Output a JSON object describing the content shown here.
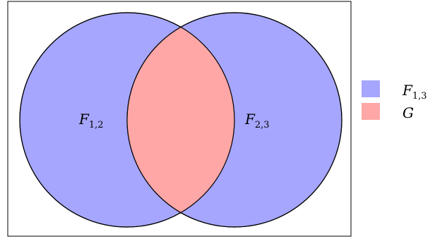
{
  "diagram": {
    "type": "venn",
    "colors": {
      "circle_fill": "#a6a6ff",
      "intersection_fill": "#ffa6a6",
      "stroke": "#000000",
      "frame": "#000000"
    },
    "sets": [
      {
        "id": "left",
        "label_main": "F",
        "label_sub": "1,2"
      },
      {
        "id": "right",
        "label_main": "F",
        "label_sub": "2,3"
      }
    ],
    "legend": [
      {
        "label_main": "F",
        "label_sub": "1,3",
        "color": "#a6a6ff"
      },
      {
        "label_main": "G",
        "label_sub": "",
        "color": "#ffa6a6"
      }
    ]
  }
}
